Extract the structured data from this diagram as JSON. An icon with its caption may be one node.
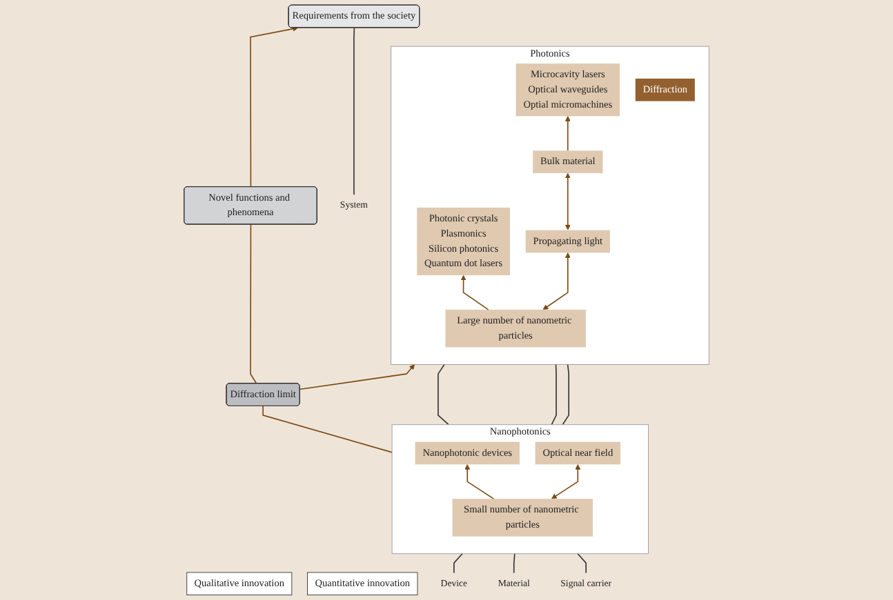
{
  "diagram": {
    "nodes": [
      {
        "text": [
          "System"
        ]
      },
      {
        "text": [
          "Requirements from the society"
        ]
      },
      {
        "text": [
          "Novel functions and phenomena"
        ]
      },
      {
        "text": [
          "Qualitative innovation"
        ]
      },
      {
        "text": [
          "Diffraction limit"
        ]
      },
      {
        "text": [
          "Quantitative innovation"
        ]
      },
      {
        "text": [
          "Nanophotonics"
        ]
      },
      {
        "text": [
          "Nanophotonic devices"
        ],
        "in": 6
      },
      {
        "text": [
          "Small number of nanometric particles"
        ],
        "in": 6
      },
      {
        "text": [
          "Optical near field"
        ],
        "in": 6
      },
      {
        "text": [
          "Photonics"
        ]
      },
      {
        "text": [
          "Photonic crystals",
          "Plasmonics",
          "Silicon photonics",
          "Quantum dot lasers"
        ],
        "in": 10
      },
      {
        "text": [
          "Microcavity lasers",
          "Optical waveguides",
          "Optial micromachines"
        ],
        "in": 10
      },
      {
        "text": [
          "Large number of nanometric particles"
        ],
        "in": 10
      },
      {
        "text": [
          "Bulk material"
        ],
        "in": 10
      },
      {
        "text": [
          "Propagating light"
        ],
        "in": 10
      },
      {
        "text": [
          "Diffraction"
        ],
        "in": 10
      },
      {
        "text": [
          "Device"
        ]
      },
      {
        "text": [
          "Material"
        ]
      },
      {
        "text": [
          "Signal carrier"
        ]
      }
    ],
    "edges": [
      {
        "from": 0,
        "to": 1,
        "arrow": "none",
        "color": "#333333"
      },
      {
        "from": 2,
        "to": 1,
        "arrow": "to"
      },
      {
        "from": 4,
        "to": 2,
        "arrow": "none"
      },
      {
        "from": 6,
        "to": 4,
        "arrow": "none"
      },
      {
        "from": 4,
        "to": 10,
        "arrow": "to"
      },
      {
        "from": 8,
        "to": 7,
        "arrow": "to"
      },
      {
        "from": 8,
        "to": 9,
        "arrow": "both"
      },
      {
        "from": 13,
        "to": 11,
        "arrow": "to"
      },
      {
        "from": 14,
        "to": 12,
        "arrow": "to"
      },
      {
        "from": 13,
        "to": 15,
        "arrow": "both"
      },
      {
        "from": 15,
        "to": 14,
        "arrow": "both"
      },
      {
        "from": 17,
        "to": 6,
        "arrow": "none",
        "color": "#333333"
      },
      {
        "from": 18,
        "to": 6,
        "arrow": "none",
        "color": "#333333"
      },
      {
        "from": 19,
        "to": 6,
        "arrow": "none",
        "color": "#333333"
      },
      {
        "from": 6,
        "to": 10,
        "arrow": "none",
        "color": "#333333"
      },
      {
        "from": 6,
        "to": 10,
        "arrow": "none",
        "color": "#333333"
      },
      {
        "from": 6,
        "to": 10,
        "arrow": "none",
        "color": "#333333"
      }
    ]
  }
}
